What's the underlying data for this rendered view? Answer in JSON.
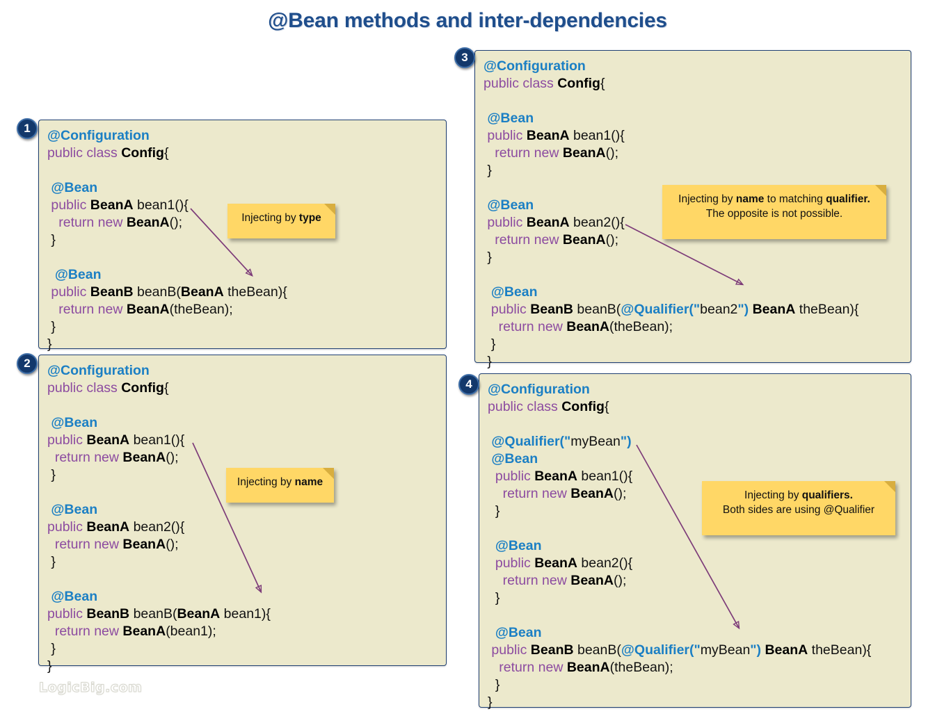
{
  "page": {
    "title": "@Bean methods and inter-dependencies",
    "watermark": "LogicBig.com",
    "colors": {
      "title": "#1f4e8c",
      "panel_fill": "#ece9cc",
      "panel_border": "#1f3f72",
      "note_fill": "#ffd766",
      "arrow": "#7d3c79",
      "annotation": "#1b7fc4",
      "keyword": "#8c4ba0",
      "type": "#000000",
      "badge_fill": "#13386b",
      "badge_ring": "#3e6ea8"
    }
  },
  "panels": [
    {
      "badge": "1",
      "note": {
        "line1_pre": "Injecting by ",
        "line1_bold": "type",
        "line2_pre": "",
        "line2_bold": ""
      },
      "lines": [
        {
          "t": "@Configuration",
          "k": "ann"
        },
        {
          "t": "public class Config{",
          "k": "decl"
        },
        {
          "t": "",
          "k": "blank"
        },
        {
          "t": " @Bean",
          "k": "ann"
        },
        {
          "t": " public BeanA bean1(){",
          "k": "method",
          "ret": "BeanA",
          "name": "bean1()",
          "indent": " "
        },
        {
          "t": "   return new BeanA();",
          "k": "return",
          "type": "BeanA",
          "tail": "();",
          "indent": "   "
        },
        {
          "t": " }",
          "k": "plain"
        },
        {
          "t": "",
          "k": "blank"
        },
        {
          "t": "  @Bean",
          "k": "ann"
        },
        {
          "t": " public BeanB beanB(BeanA theBean){",
          "k": "methodparam",
          "ret": "BeanB",
          "name": "beanB(",
          "ptype": "BeanA",
          "pname": " theBean){",
          "indent": " "
        },
        {
          "t": "   return new BeanA(theBean);",
          "k": "return",
          "type": "BeanA",
          "tail": "(theBean);",
          "indent": "   "
        },
        {
          "t": " }",
          "k": "plain"
        },
        {
          "t": "}",
          "k": "plain"
        }
      ]
    },
    {
      "badge": "2",
      "note": {
        "line1_pre": "Injecting by ",
        "line1_bold": "name",
        "line2_pre": "",
        "line2_bold": ""
      },
      "lines": [
        {
          "t": "@Configuration",
          "k": "ann"
        },
        {
          "t": "public class Config{",
          "k": "decl"
        },
        {
          "t": "",
          "k": "blank"
        },
        {
          "t": " @Bean",
          "k": "ann"
        },
        {
          "t": "public BeanA bean1(){",
          "k": "method",
          "ret": "BeanA",
          "name": "bean1()",
          "indent": ""
        },
        {
          "t": "  return new BeanA();",
          "k": "return",
          "type": "BeanA",
          "tail": "();",
          "indent": "  "
        },
        {
          "t": " }",
          "k": "plain"
        },
        {
          "t": "",
          "k": "blank"
        },
        {
          "t": " @Bean",
          "k": "ann"
        },
        {
          "t": "public BeanA bean2(){",
          "k": "method",
          "ret": "BeanA",
          "name": "bean2()",
          "indent": ""
        },
        {
          "t": "  return new BeanA();",
          "k": "return",
          "type": "BeanA",
          "tail": "();",
          "indent": "  "
        },
        {
          "t": " }",
          "k": "plain"
        },
        {
          "t": "",
          "k": "blank"
        },
        {
          "t": " @Bean",
          "k": "ann"
        },
        {
          "t": "public BeanB beanB(BeanA bean1){",
          "k": "methodparam",
          "ret": "BeanB",
          "name": "beanB(",
          "ptype": "BeanA",
          "pname": " bean1){",
          "indent": ""
        },
        {
          "t": "  return new BeanA(bean1);",
          "k": "return",
          "type": "BeanA",
          "tail": "(bean1);",
          "indent": "  "
        },
        {
          "t": " }",
          "k": "plain"
        },
        {
          "t": "}",
          "k": "plain"
        }
      ]
    },
    {
      "badge": "3",
      "note": {
        "line1_pre": "Injecting by ",
        "line1_bold": "name",
        "line1_mid": " to matching ",
        "line1_bold2": "qualifier.",
        "line2_pre": "The opposite is not possible.",
        "line2_bold": ""
      },
      "lines": [
        {
          "t": "@Configuration",
          "k": "ann"
        },
        {
          "t": "public class Config{",
          "k": "decl"
        },
        {
          "t": "",
          "k": "blank"
        },
        {
          "t": " @Bean",
          "k": "ann"
        },
        {
          "t": " public BeanA bean1(){",
          "k": "method",
          "ret": "BeanA",
          "name": "bean1()",
          "indent": " "
        },
        {
          "t": "   return new BeanA();",
          "k": "return",
          "type": "BeanA",
          "tail": "();",
          "indent": "   "
        },
        {
          "t": " }",
          "k": "plain"
        },
        {
          "t": "",
          "k": "blank"
        },
        {
          "t": " @Bean",
          "k": "ann"
        },
        {
          "t": " public BeanA bean2(){",
          "k": "method",
          "ret": "BeanA",
          "name": "bean2()",
          "indent": " "
        },
        {
          "t": "   return new BeanA();",
          "k": "return",
          "type": "BeanA",
          "tail": "();",
          "indent": "   "
        },
        {
          "t": " }",
          "k": "plain"
        },
        {
          "t": "",
          "k": "blank"
        },
        {
          "t": "  @Bean",
          "k": "ann"
        },
        {
          "t": "  public BeanB beanB(@Qualifier(\"bean2\") BeanA theBean){",
          "k": "qualmethod",
          "ret": "BeanB",
          "name": "beanB(",
          "qual": "@Qualifier(\"",
          "qvalue": "bean2",
          "qclose": "\") ",
          "ptype": "BeanA",
          "pname": " theBean){",
          "indent": "  "
        },
        {
          "t": "    return new BeanA(theBean);",
          "k": "return",
          "type": "BeanA",
          "tail": "(theBean);",
          "indent": "    "
        },
        {
          "t": "  }",
          "k": "plain"
        },
        {
          "t": " }",
          "k": "plain"
        }
      ]
    },
    {
      "badge": "4",
      "note": {
        "line1_pre": "Injecting by ",
        "line1_bold": "qualifiers.",
        "line2_pre": "Both sides are using @Qualifier",
        "line2_bold": ""
      },
      "lines": [
        {
          "t": "@Configuration",
          "k": "ann"
        },
        {
          "t": "public class Config{",
          "k": "decl"
        },
        {
          "t": "",
          "k": "blank"
        },
        {
          "t": " @Qualifier(\"myBean\")",
          "k": "qualann",
          "qual": "@Qualifier(\"",
          "qvalue": "myBean",
          "qclose": "\")",
          "indent": " "
        },
        {
          "t": " @Bean",
          "k": "ann"
        },
        {
          "t": "  public BeanA bean1(){",
          "k": "method",
          "ret": "BeanA",
          "name": "bean1()",
          "indent": "  "
        },
        {
          "t": "    return new BeanA();",
          "k": "return",
          "type": "BeanA",
          "tail": "();",
          "indent": "    "
        },
        {
          "t": "  }",
          "k": "plain"
        },
        {
          "t": "",
          "k": "blank"
        },
        {
          "t": "  @Bean",
          "k": "ann"
        },
        {
          "t": "  public BeanA bean2(){",
          "k": "method",
          "ret": "BeanA",
          "name": "bean2()",
          "indent": "  "
        },
        {
          "t": "    return new BeanA();",
          "k": "return",
          "type": "BeanA",
          "tail": "();",
          "indent": "    "
        },
        {
          "t": "  }",
          "k": "plain"
        },
        {
          "t": "",
          "k": "blank"
        },
        {
          "t": "  @Bean",
          "k": "ann"
        },
        {
          "t": " public BeanB beanB(@Qualifier(\"myBean\") BeanA theBean){",
          "k": "qualmethod",
          "ret": "BeanB",
          "name": "beanB(",
          "qual": "@Qualifier(\"",
          "qvalue": "myBean",
          "qclose": "\") ",
          "ptype": "BeanA",
          "pname": " theBean){",
          "indent": " "
        },
        {
          "t": "   return new BeanA(theBean);",
          "k": "return",
          "type": "BeanA",
          "tail": "(theBean);",
          "indent": "   "
        },
        {
          "t": "  }",
          "k": "plain"
        },
        {
          "t": "}",
          "k": "plain"
        }
      ]
    }
  ]
}
